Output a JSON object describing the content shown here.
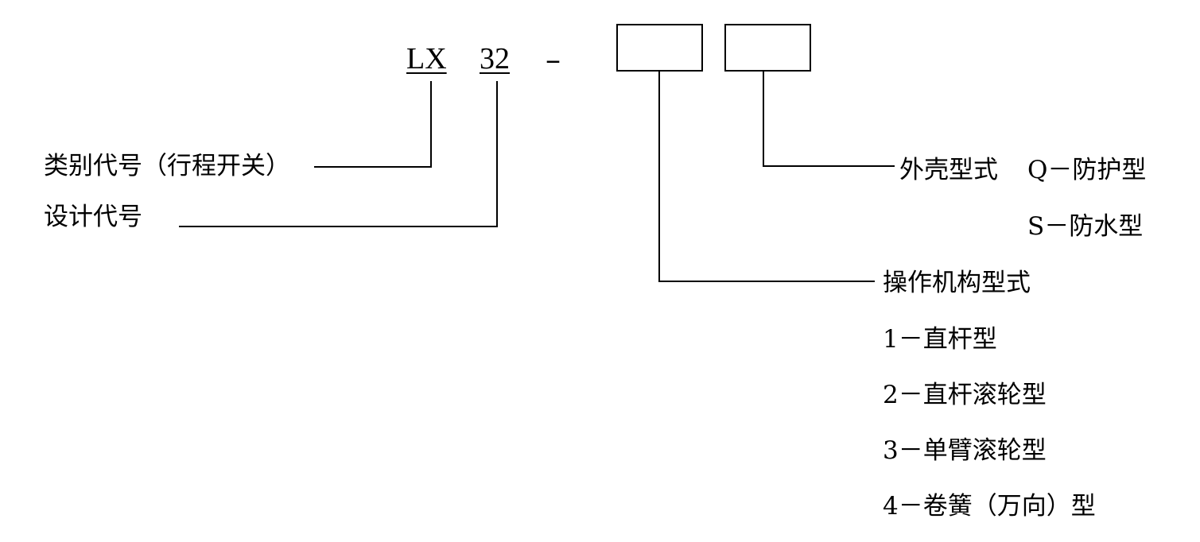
{
  "model_code": {
    "series": "LX",
    "design": "32",
    "dash": "–"
  },
  "labels": {
    "category": "类别代号（行程开关）",
    "design": "设计代号",
    "housing": "外壳型式",
    "mechanism": "操作机构型式"
  },
  "housing_options": [
    "Q－防护型",
    "S－防水型"
  ],
  "mechanism_options": [
    "1－直杆型",
    "2－直杆滚轮型",
    "3－单臂滚轮型",
    "4－卷簧（万向）型"
  ],
  "colors": {
    "ink": "#000000",
    "background": "#ffffff"
  }
}
